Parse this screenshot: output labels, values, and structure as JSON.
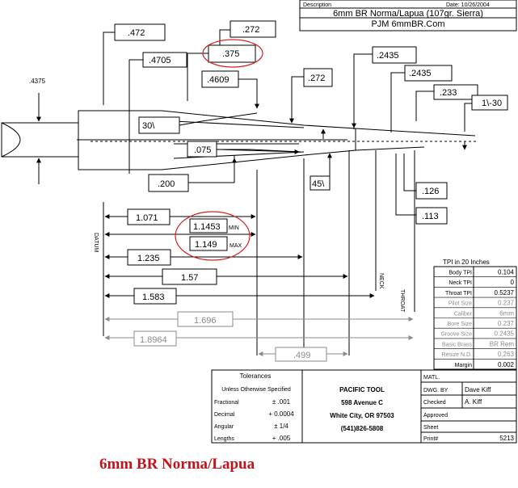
{
  "header": {
    "description_label": "Description",
    "date": "Date: 10/26/2004",
    "title": "6mm BR Norma/Lapua (107gr. Sierra)",
    "subtitle": "PJM 6mmBR.Com"
  },
  "dimensions": {
    "d_472": ".472",
    "d_4705": ".4705",
    "d_4375": ".4375",
    "d_272a": ".272",
    "d_375": ".375",
    "d_4609": ".4609",
    "d_272b": ".272",
    "d_2435a": ".2435",
    "d_2435b": ".2435",
    "d_233": ".233",
    "d_1_30": "1\\-30",
    "d_30": "30\\",
    "d_075": ".075",
    "d_45": "45\\",
    "d_200": ".200",
    "d_126": ".126",
    "d_113": ".113",
    "d_1071": "1.071",
    "d_11453": "1.1453",
    "min_label": "MIN",
    "d_1149": "1.149",
    "max_label": "MAX",
    "d_1235": "1.235",
    "d_157": "1.57",
    "d_1583": "1.583",
    "d_1696": "1.696",
    "d_18964": "1.8964",
    "d_499": ".499"
  },
  "vertical_labels": {
    "datum_left": "DATUM",
    "neck_end": "NECK",
    "throat_end": "THROAT"
  },
  "tpi_table": {
    "title": "TPI in 20 Inches",
    "rows": [
      {
        "label": "Body TPI",
        "value": "0.104",
        "grey": false
      },
      {
        "label": "Neck TPI",
        "value": "0",
        "grey": false
      },
      {
        "label": "Throat TPI",
        "value": "0.5237",
        "grey": false
      },
      {
        "label": "Pilot Size",
        "value": "0.237",
        "grey": true
      },
      {
        "label": "Caliber",
        "value": "6mm",
        "grey": true
      },
      {
        "label": "Bore Size",
        "value": "0.237",
        "grey": true
      },
      {
        "label": "Groove Size",
        "value": "0.2435",
        "grey": true
      },
      {
        "label": "Basic Brass",
        "value": "BR Rem",
        "grey": true
      },
      {
        "label": "Resize N.D.",
        "value": "0.263",
        "grey": true
      },
      {
        "label": "Margin",
        "value": "0.002",
        "grey": false
      }
    ]
  },
  "tolerances": {
    "title": "Tolerances",
    "subtitle": "Unless Otherwise Specified",
    "rows": [
      {
        "label": "Fractional",
        "value": "± .001"
      },
      {
        "label": "Decimal",
        "value": "+ 0.0004"
      },
      {
        "label": "Angular",
        "value": "± 1/4"
      },
      {
        "label": "Lengths",
        "value": "+ .005"
      }
    ]
  },
  "company": {
    "name": "PACIFIC TOOL",
    "address": "598 Avenue C",
    "city": "White City, OR 97503",
    "phone": "(541)826-5808"
  },
  "info": {
    "matl_label": "MATL.",
    "dwg_by_label": "DWG. BY",
    "dwg_by_value": "Dave Kiff",
    "checked_label": "Checked",
    "checked_value": "A. Kiff",
    "approved_label": "Approved",
    "sheet_label": "Sheet",
    "print_label": "Print#",
    "print_value": "5213"
  },
  "caption": "6mm BR  Norma/Lapua",
  "colors": {
    "ink": "#000000",
    "grey": "#8a8a8a",
    "highlight_circle": "#d42020",
    "caption": "#c0141c"
  }
}
